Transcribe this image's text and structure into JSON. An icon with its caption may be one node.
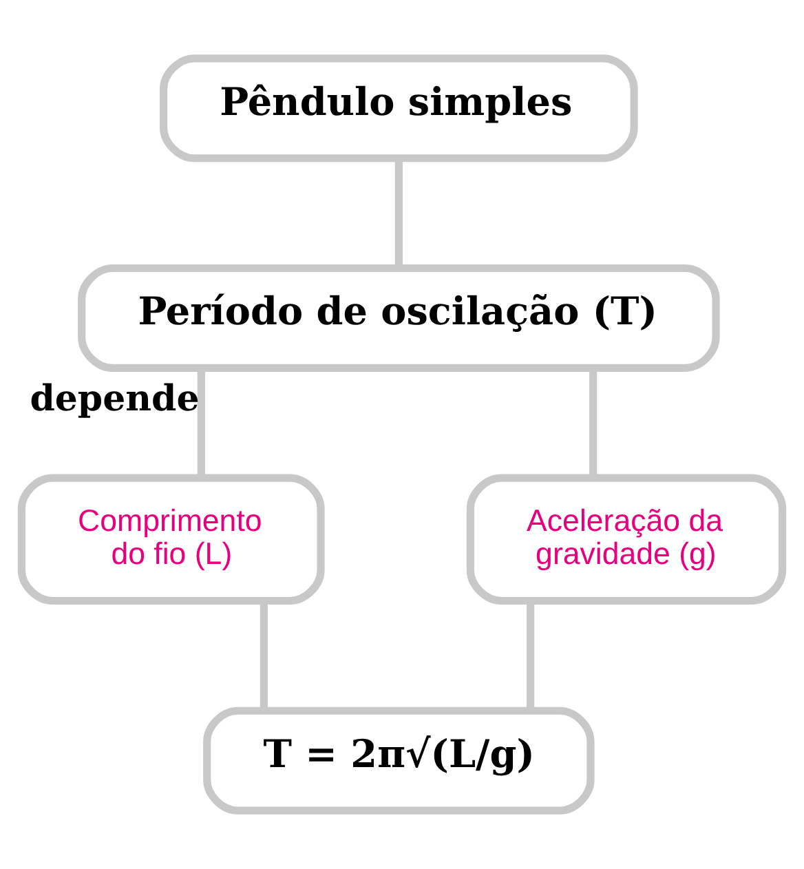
{
  "diagram": {
    "nodes": [
      {
        "text": [
          "Pêndulo simples"
        ]
      },
      {
        "text": [
          "Período de oscilação (T)"
        ]
      },
      {
        "text": [
          "Comprimento do fio (L)"
        ]
      },
      {
        "text": [
          "Aceleração da gravidade (g)"
        ]
      },
      {
        "text": [
          "T = 2π√(L/g)"
        ]
      }
    ],
    "edges": [
      {
        "from": 0,
        "to": 1,
        "arrow": "none"
      },
      {
        "from": 1,
        "to": 2,
        "arrow": "none",
        "label": "depende"
      },
      {
        "from": 1,
        "to": 3,
        "arrow": "none"
      },
      {
        "from": 2,
        "to": 4,
        "arrow": "none"
      },
      {
        "from": 3,
        "to": 4,
        "arrow": "none"
      }
    ]
  }
}
